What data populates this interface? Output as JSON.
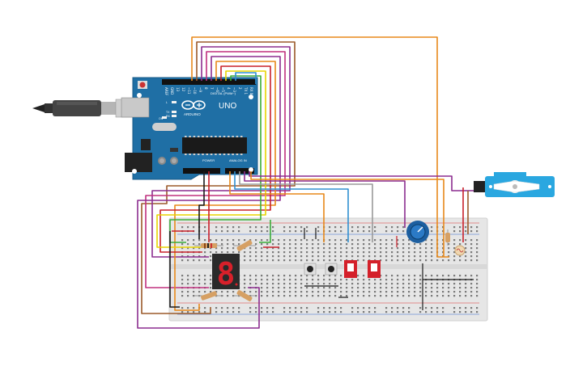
{
  "arduino": {
    "brand": "ARDUINO",
    "model": "UNO",
    "digital_label": "DIGITAL (PWM~)",
    "power_label": "POWER",
    "analog_label": "ANALOG IN",
    "icsp_label": "ICSP",
    "tx_label": "TX",
    "rx_label": "RX",
    "l_label": "L",
    "on_label": "ON",
    "digital_pins": [
      "AREF",
      "GND",
      "13",
      "12",
      "~11",
      "~10",
      "~9",
      "8",
      "7",
      "~6",
      "~5",
      "4",
      "~3",
      "2",
      "TX 1",
      "RX 0"
    ],
    "power_pins": [
      "IOREF",
      "RESET",
      "3.3V",
      "5V",
      "GND",
      "GND",
      "Vin"
    ],
    "analog_pins": [
      "A0",
      "A1",
      "A2",
      "A3",
      "A4",
      "A5"
    ]
  },
  "seven_segment": {
    "digit": "8"
  },
  "colors": {
    "board": "#1f6fa5",
    "breadboard": "#e6e6e6",
    "wire_orange": "#e8891a",
    "wire_red": "#c8202a",
    "wire_purple": "#8c2d8f",
    "wire_magenta": "#c0307e",
    "wire_yellow": "#e8d400",
    "wire_green": "#3aad3a",
    "wire_blue": "#2f8fd0",
    "wire_gray": "#9a9a9a",
    "wire_brown": "#9b5a2a",
    "wire_black": "#1a1a1a",
    "segment_red": "#d8202a",
    "dip_red": "#d4202a",
    "servo_blue": "#2aa7e0"
  },
  "components": [
    "usb-cable",
    "arduino-uno",
    "breadboard",
    "resistor",
    "seven-segment-display",
    "pushbutton",
    "dip-switch",
    "potentiometer",
    "photoresistor",
    "servo-motor"
  ]
}
